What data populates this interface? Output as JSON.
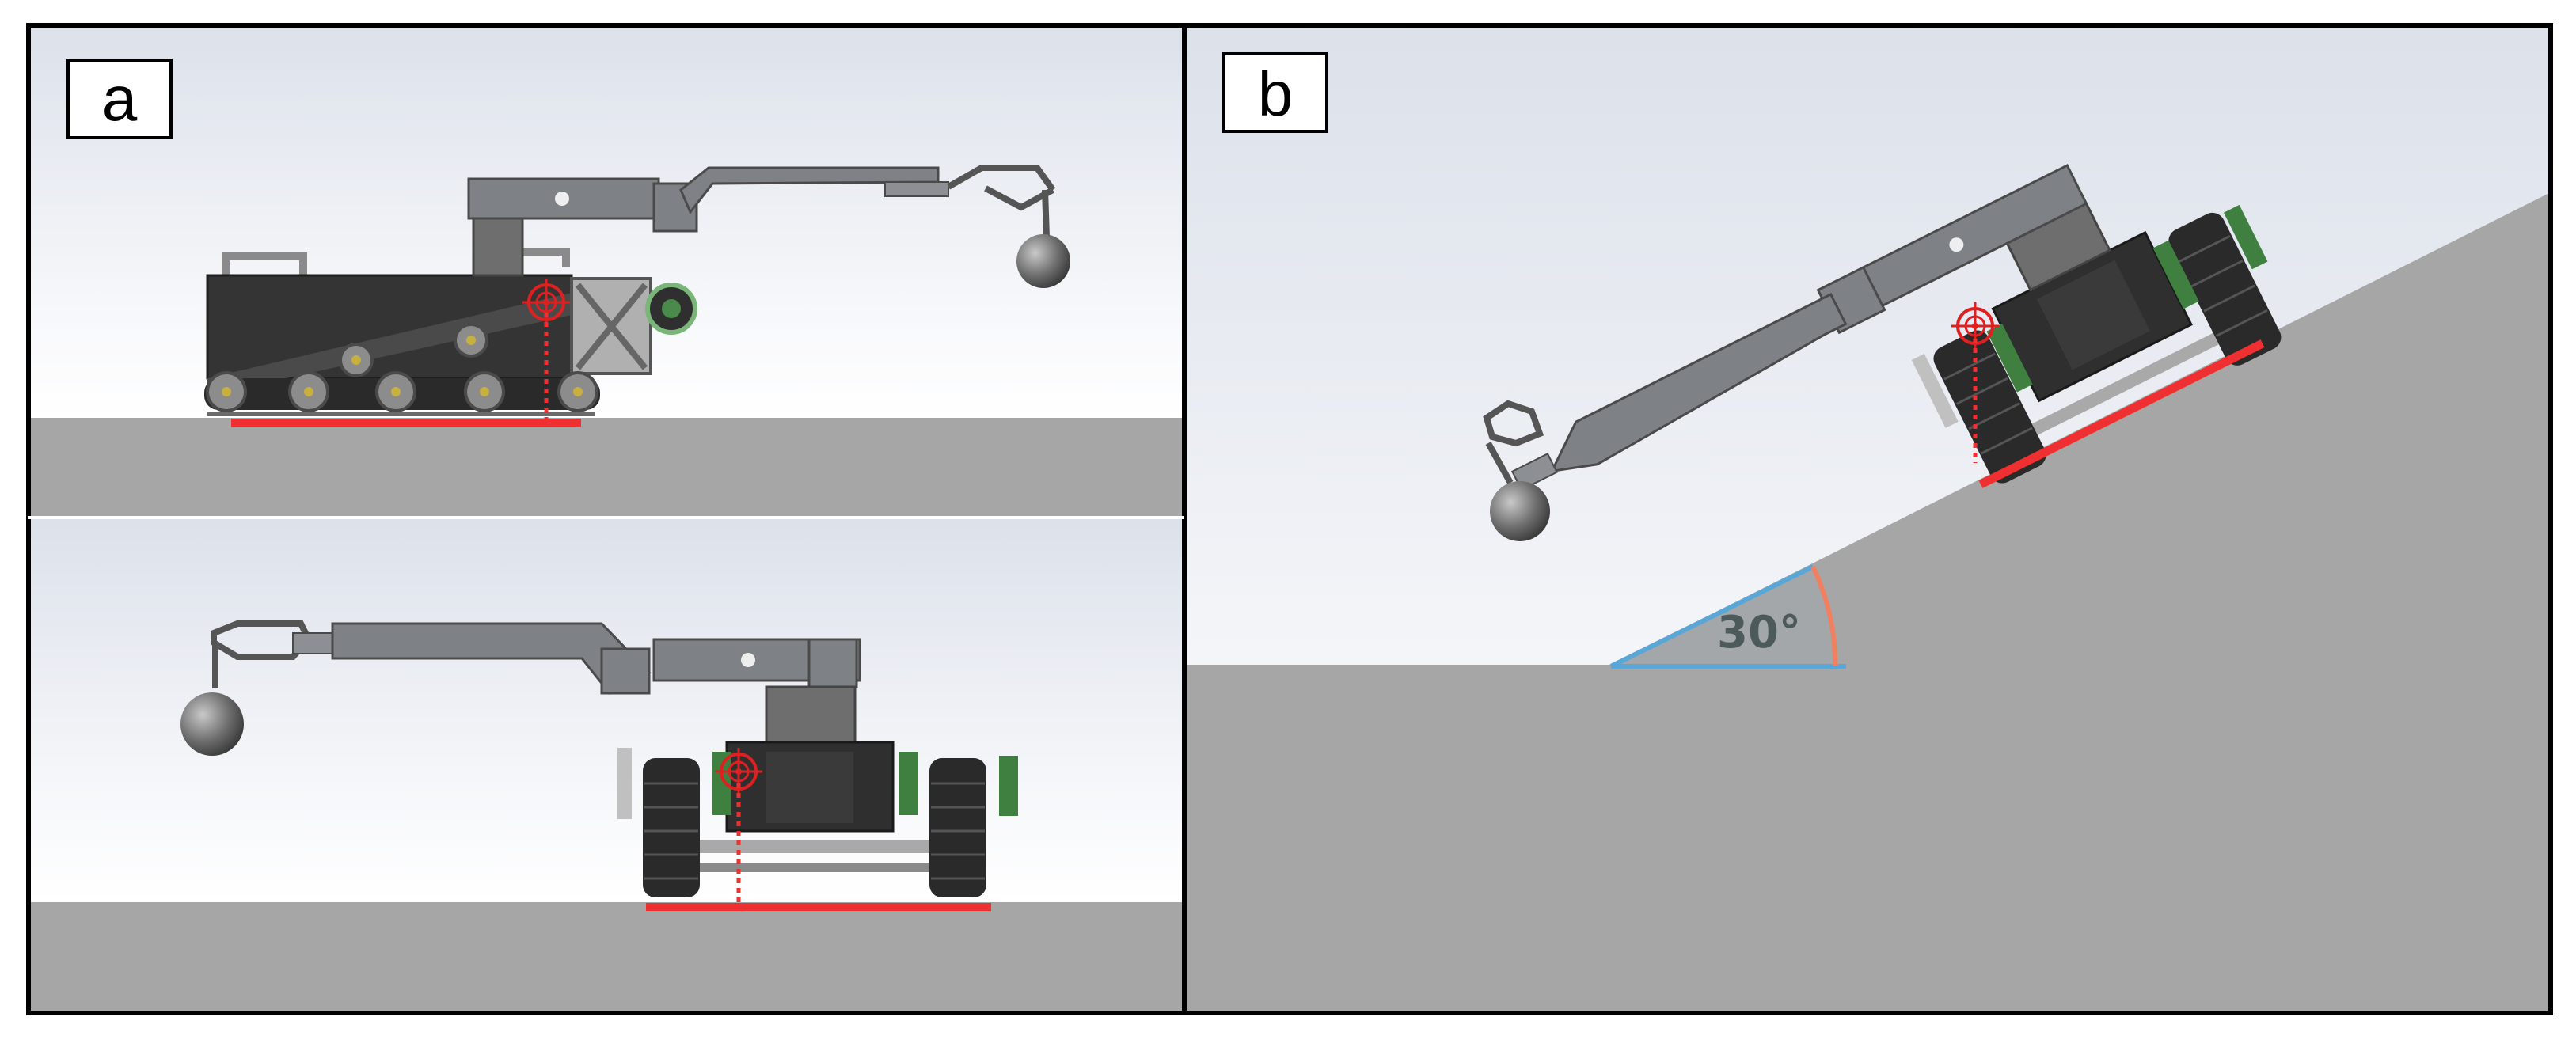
{
  "panels": {
    "a": {
      "label": "a"
    },
    "b": {
      "label": "b",
      "angle_label": "30°"
    }
  },
  "colors": {
    "ground": "#a6a6a6",
    "contact_line": "#f03030",
    "robot_body": "#3a3a3a",
    "arm": "#7e8185",
    "track": "#2a2a2a",
    "angle_arc": "#f08060",
    "angle_base": "#5aa6d6",
    "sky_top": "#dde2ea"
  },
  "icons": [
    "crosshair-icon"
  ]
}
